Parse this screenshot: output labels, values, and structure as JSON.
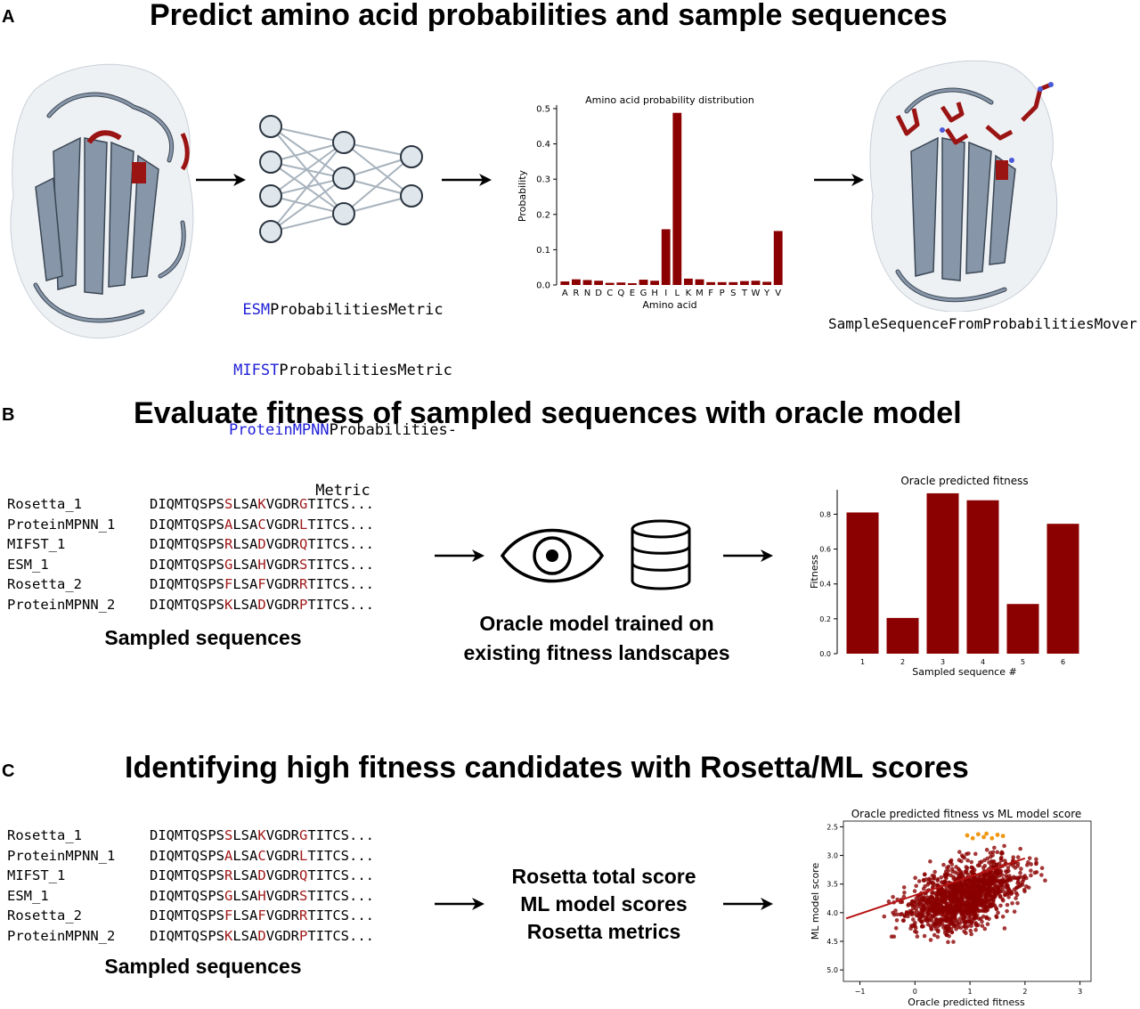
{
  "panels": {
    "a": {
      "letter": "A",
      "title": "Predict amino acid probabilities and sample sequences",
      "metrics": [
        {
          "prefix": "ESM",
          "suffix": "ProbabilitiesMetric"
        },
        {
          "prefix": "MIFST",
          "suffix": "ProbabilitiesMetric"
        },
        {
          "prefix": "ProteinMPNN",
          "suffix": "Probabilities-"
        },
        {
          "prefix": "",
          "suffix": "Metric"
        }
      ],
      "mover_label": "SampleSequenceFromProbabilitiesMover"
    },
    "b": {
      "letter": "B",
      "title": "Evaluate fitness of sampled sequences with oracle model",
      "sequences_caption": "Sampled sequences",
      "oracle_caption_line1": "Oracle model trained on",
      "oracle_caption_line2": "existing fitness landscapes"
    },
    "c": {
      "letter": "C",
      "title": "Identifying high fitness candidates with Rosetta/ML scores",
      "sequences_caption": "Sampled sequences",
      "scores": [
        "Rosetta total score",
        "ML model scores",
        "Rosetta metrics"
      ]
    }
  },
  "sequences": [
    {
      "name": "Rosetta_1",
      "parts": [
        "DIQMTQSPS",
        "S",
        "LSA",
        "K",
        "VGDR",
        "G",
        "TITCS..."
      ]
    },
    {
      "name": "ProteinMPNN_1",
      "parts": [
        "DIQMTQSPS",
        "A",
        "LSA",
        "C",
        "VGDR",
        "L",
        "TITCS..."
      ]
    },
    {
      "name": "MIFST_1",
      "parts": [
        "DIQMTQSPS",
        "R",
        "LSA",
        "D",
        "VGDR",
        "Q",
        "TITCS..."
      ]
    },
    {
      "name": "ESM_1",
      "parts": [
        "DIQMTQSPS",
        "G",
        "LSA",
        "H",
        "VGDR",
        "S",
        "TITCS..."
      ]
    },
    {
      "name": "Rosetta_2",
      "parts": [
        "DIQMTQSPS",
        "F",
        "LSA",
        "F",
        "VGDR",
        "R",
        "TITCS..."
      ]
    },
    {
      "name": "ProteinMPNN_2",
      "parts": [
        "DIQMTQSPS",
        "K",
        "LSA",
        "D",
        "VGDR",
        "P",
        "TITCS..."
      ]
    }
  ],
  "colors": {
    "bar": "#8b0000",
    "mutation": "#a11a1a",
    "blue": "#1f1fd8",
    "highlight": "#f0960f",
    "protein": "#8796a8"
  },
  "chart_data": [
    {
      "type": "bar",
      "title": "Amino acid probability distribution",
      "xlabel": "Amino acid",
      "ylabel": "Probability",
      "ylim": [
        0,
        0.51
      ],
      "yticks": [
        "0.0",
        "0.1",
        "0.2",
        "0.3",
        "0.4",
        "0.5"
      ],
      "categories": [
        "A",
        "R",
        "N",
        "D",
        "C",
        "Q",
        "E",
        "G",
        "H",
        "I",
        "L",
        "K",
        "M",
        "F",
        "P",
        "S",
        "T",
        "W",
        "Y",
        "V"
      ],
      "values": [
        0.01,
        0.016,
        0.014,
        0.012,
        0.006,
        0.007,
        0.005,
        0.015,
        0.012,
        0.158,
        0.488,
        0.018,
        0.016,
        0.008,
        0.008,
        0.008,
        0.011,
        0.012,
        0.009,
        0.153
      ]
    },
    {
      "type": "bar",
      "title": "Oracle predicted fitness",
      "xlabel": "Sampled sequence #",
      "ylabel": "Fitness",
      "ylim": [
        0,
        0.94
      ],
      "yticks": [
        "0.0",
        "0.2",
        "0.4",
        "0.6",
        "0.8"
      ],
      "categories": [
        "1",
        "2",
        "3",
        "4",
        "5",
        "6"
      ],
      "values": [
        0.81,
        0.205,
        0.92,
        0.88,
        0.285,
        0.745
      ]
    },
    {
      "type": "scatter",
      "title": "Oracle predicted fitness vs ML model score",
      "xlabel": "Oracle predicted fitness",
      "ylabel": "ML model score",
      "xlim": [
        -1.3,
        3.2
      ],
      "ylim": [
        5.2,
        2.4
      ],
      "xticks": [
        "−1",
        "0",
        "1",
        "2",
        "3"
      ],
      "yticks": [
        "2.5",
        "3.0",
        "3.5",
        "4.0",
        "4.5",
        "5.0"
      ],
      "y_axis_inverted": true,
      "trend_line": {
        "x": [
          -1.25,
          2.0
        ],
        "y": [
          4.1,
          3.05
        ]
      },
      "highlighted_points": {
        "x": [
          0.95,
          1.05,
          1.15,
          1.25,
          1.4,
          1.5,
          1.6,
          1.3
        ],
        "y": [
          2.65,
          2.7,
          2.63,
          2.68,
          2.7,
          2.64,
          2.66,
          2.62
        ]
      }
    }
  ]
}
